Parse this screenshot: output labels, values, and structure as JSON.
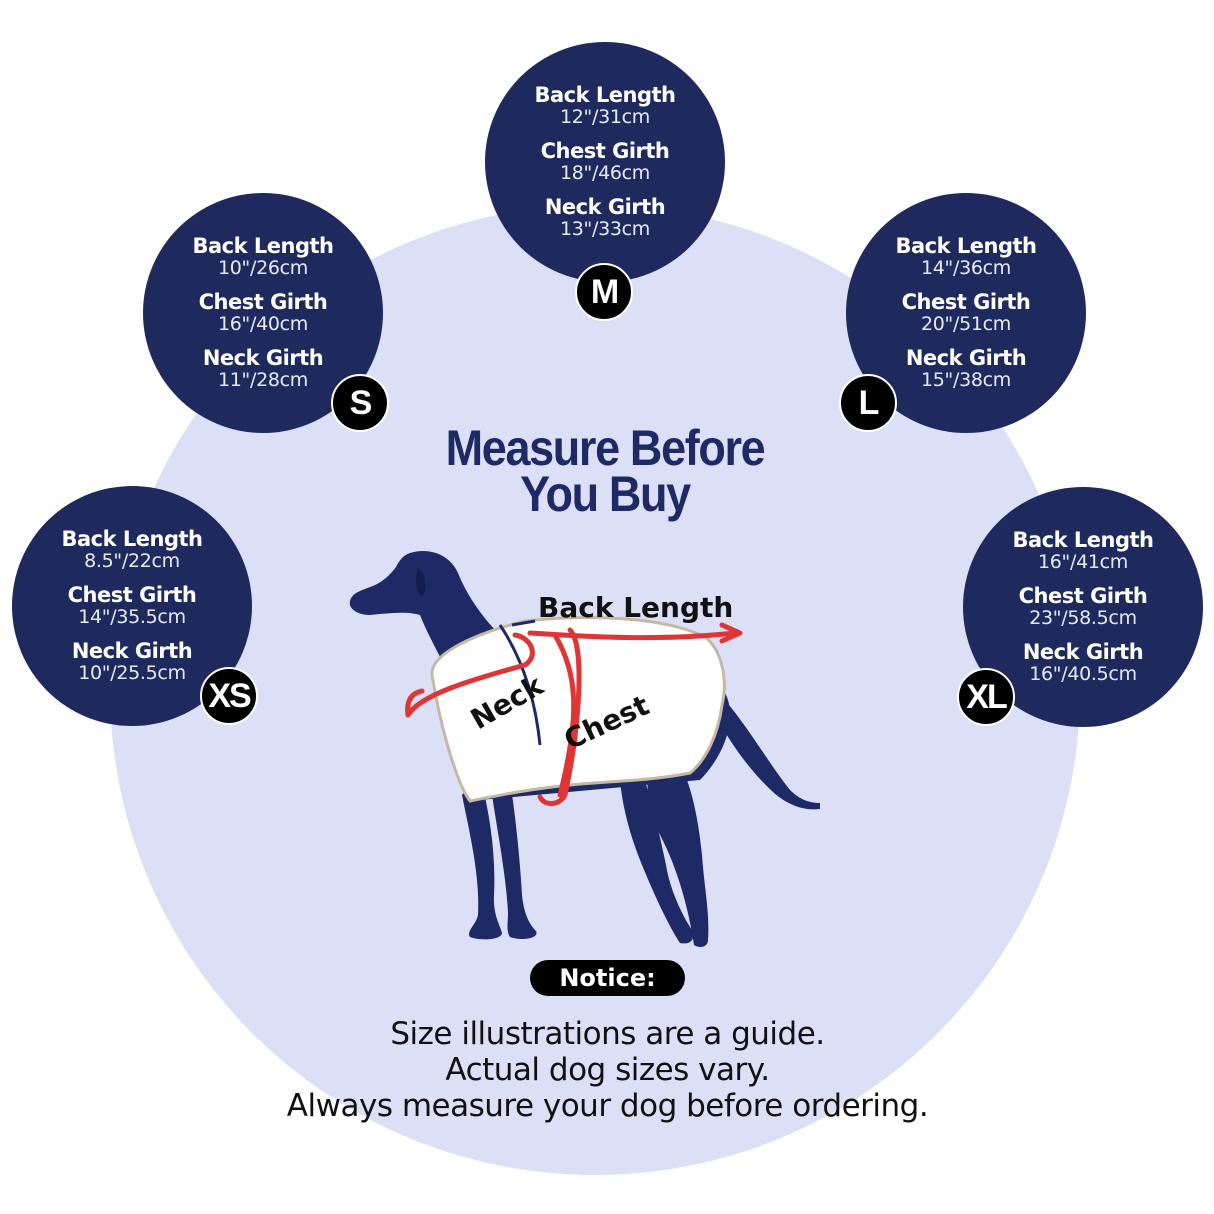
{
  "title_lines": [
    "Measure Before",
    "You Buy"
  ],
  "sizes": [
    {
      "size": "M",
      "back_label": "Back Length",
      "back_value": "12\"/31cm",
      "chest_label": "Chest Girth",
      "chest_value": "18\"/46cm",
      "neck_label": "Neck Girth",
      "neck_value": "13\"/33cm"
    },
    {
      "size": "S",
      "back_label": "Back Length",
      "back_value": "10\"/26cm",
      "chest_label": "Chest Girth",
      "chest_value": "16\"/40cm",
      "neck_label": "Neck Girth",
      "neck_value": "11\"/28cm"
    },
    {
      "size": "L",
      "back_label": "Back Length",
      "back_value": "14\"/36cm",
      "chest_label": "Chest Girth",
      "chest_value": "20\"/51cm",
      "neck_label": "Neck Girth",
      "neck_value": "15\"/38cm"
    },
    {
      "size": "XS",
      "back_label": "Back Length",
      "back_value": "8.5\"/22cm",
      "chest_label": "Chest Girth",
      "chest_value": "14\"/35.5cm",
      "neck_label": "Neck Girth",
      "neck_value": "10\"/25.5cm"
    },
    {
      "size": "XL",
      "back_label": "Back Length",
      "back_value": "16\"/41cm",
      "chest_label": "Chest Girth",
      "chest_value": "23\"/58.5cm",
      "neck_label": "Neck Girth",
      "neck_value": "16\"/40.5cm"
    }
  ],
  "dog_labels": {
    "back": "Back Length",
    "neck": "Neck",
    "chest": "Chest"
  },
  "notice": {
    "label": "Notice:",
    "lines": [
      "Size illustrations are a guide.",
      "Actual dog sizes vary.",
      "Always measure your dog before ordering."
    ]
  },
  "colors": {
    "navy": "#1e2a5e",
    "background_circle": "#dce0f7",
    "measure_line": "#e03535"
  }
}
